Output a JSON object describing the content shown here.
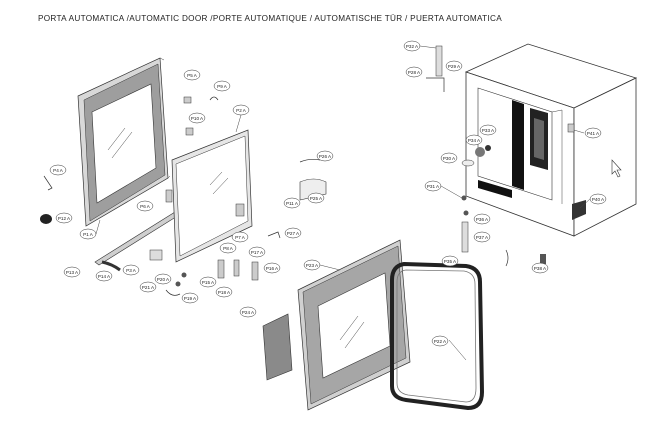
{
  "title": "PORTA AUTOMATICA /AUTOMATIC DOOR /PORTE AUTOMATIQUE / AUTOMATISCHE TÜR /  PUERTA AUTOMATICA",
  "callouts": [
    "P1 A",
    "P2 A",
    "P3 A",
    "P4 A",
    "P5 A",
    "P6 A",
    "P7 A",
    "P8 A",
    "P9 A",
    "P10 A",
    "P11 A",
    "P12 A",
    "P13 A",
    "P14 A",
    "P15 A",
    "P16 A",
    "P17 A",
    "P18 A",
    "P19 A",
    "P20 A",
    "P21 A",
    "P22 A",
    "P23 A",
    "P24 A",
    "P25 A",
    "P26 A",
    "P27 A",
    "P28 A",
    "P29 A",
    "P30 A",
    "P31 A",
    "P32 A",
    "P33 A",
    "P34 A",
    "P35 A",
    "P36 A",
    "P37 A",
    "P38 A",
    "P40 A",
    "P41 A"
  ],
  "icons": [
    "cursor-arrow-icon"
  ]
}
